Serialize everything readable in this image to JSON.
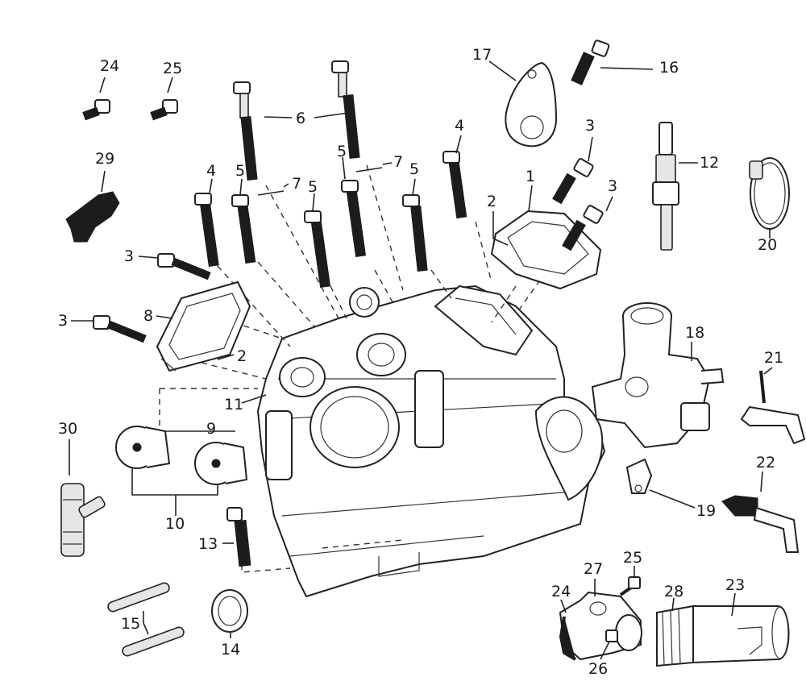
{
  "callouts": [
    {
      "id": "c1",
      "text": "1"
    },
    {
      "id": "c2a",
      "text": "2"
    },
    {
      "id": "c2b",
      "text": "2"
    },
    {
      "id": "c3a",
      "text": "3"
    },
    {
      "id": "c3b",
      "text": "3"
    },
    {
      "id": "c3c",
      "text": "3"
    },
    {
      "id": "c3d",
      "text": "3"
    },
    {
      "id": "c4a",
      "text": "4"
    },
    {
      "id": "c4b",
      "text": "4"
    },
    {
      "id": "c5a",
      "text": "5"
    },
    {
      "id": "c5b",
      "text": "5"
    },
    {
      "id": "c5c",
      "text": "5"
    },
    {
      "id": "c5d",
      "text": "5"
    },
    {
      "id": "c6",
      "text": "6"
    },
    {
      "id": "c7a",
      "text": "7"
    },
    {
      "id": "c7b",
      "text": "7"
    },
    {
      "id": "c8",
      "text": "8"
    },
    {
      "id": "c9",
      "text": "9"
    },
    {
      "id": "c10",
      "text": "10"
    },
    {
      "id": "c11",
      "text": "11"
    },
    {
      "id": "c12",
      "text": "12"
    },
    {
      "id": "c13",
      "text": "13"
    },
    {
      "id": "c14",
      "text": "14"
    },
    {
      "id": "c15",
      "text": "15"
    },
    {
      "id": "c16",
      "text": "16"
    },
    {
      "id": "c17",
      "text": "17"
    },
    {
      "id": "c18",
      "text": "18"
    },
    {
      "id": "c19",
      "text": "19"
    },
    {
      "id": "c20",
      "text": "20"
    },
    {
      "id": "c21",
      "text": "21"
    },
    {
      "id": "c22",
      "text": "22"
    },
    {
      "id": "c23",
      "text": "23"
    },
    {
      "id": "c24a",
      "text": "24"
    },
    {
      "id": "c24b",
      "text": "24"
    },
    {
      "id": "c25a",
      "text": "25"
    },
    {
      "id": "c25b",
      "text": "25"
    },
    {
      "id": "c26",
      "text": "26"
    },
    {
      "id": "c27",
      "text": "27"
    },
    {
      "id": "c28",
      "text": "28"
    },
    {
      "id": "c29",
      "text": "29"
    },
    {
      "id": "c30",
      "text": "30"
    }
  ],
  "colors": {
    "line": "#222222",
    "fill": "#ffffff",
    "dark": "#1c1c1c"
  }
}
